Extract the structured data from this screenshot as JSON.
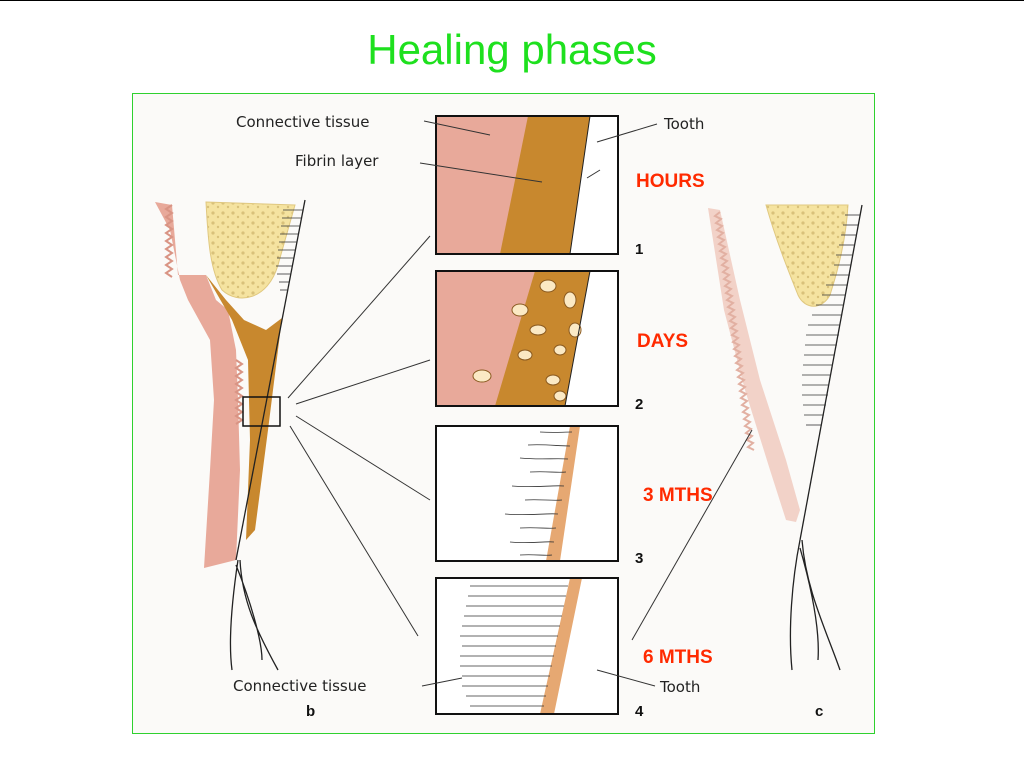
{
  "slide": {
    "title": "Healing phases"
  },
  "labels": {
    "connective_tissue_top": "Connective tissue",
    "fibrin_layer": "Fibrin layer",
    "tooth_top": "Tooth",
    "connective_tissue_bottom": "Connective tissue",
    "tooth_bottom": "Tooth",
    "panel_b": "b",
    "panel_c": "c"
  },
  "stages": [
    {
      "number": "1",
      "phase": "HOURS"
    },
    {
      "number": "2",
      "phase": "DAYS"
    },
    {
      "number": "3",
      "phase": "3 MTHS"
    },
    {
      "number": "4",
      "phase": "6 MTHS"
    }
  ],
  "colors": {
    "title": "#1ee01e",
    "phase_text": "#ff2a00",
    "connective_tissue": "#e8a99a",
    "fibrin": "#c8882e",
    "bone": "#f5e3a0",
    "root_band": "#e6a872"
  }
}
